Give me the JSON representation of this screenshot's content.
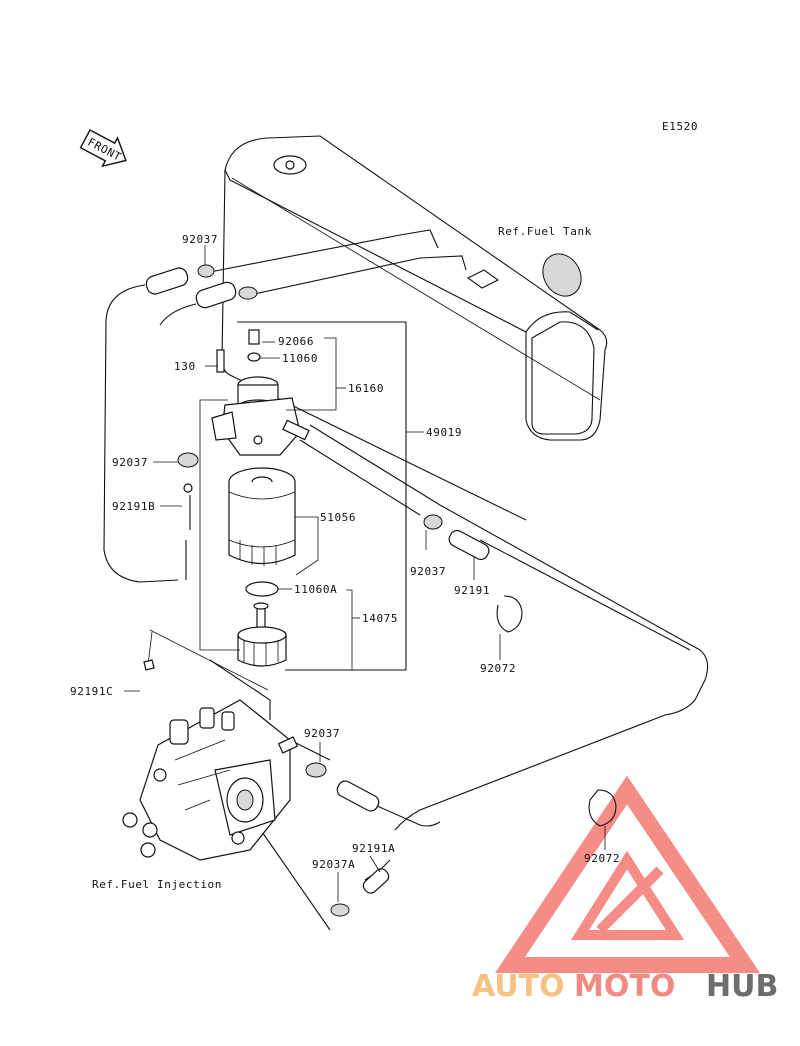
{
  "diagram_code": "E1520",
  "front_label": "FRONT",
  "labels": {
    "ref_fuel_tank": "Ref.Fuel Tank",
    "ref_fuel_injection": "Ref.Fuel Injection",
    "p92037_top": "92037",
    "p92066": "92066",
    "p11060": "11060",
    "p130": "130",
    "p16160": "16160",
    "p49019": "49019",
    "p92037_left": "92037",
    "p92191B": "92191B",
    "p51056": "51056",
    "p11060A": "11060A",
    "p14075": "14075",
    "p92191C": "92191C",
    "p92037_mid": "92037",
    "p92191": "92191",
    "p92072_mid": "92072",
    "p92037_low": "92037",
    "p92072_low": "92072",
    "p92191A": "92191A",
    "p92037A": "92037A"
  },
  "watermark": {
    "part1": "AUTO",
    "part2": "MOTO",
    "part3": "HUB",
    "color_auto": "#f5c283",
    "color_moto": "#f08a83",
    "color_hub": "#6d6d6d",
    "triangle_color": "#f47a72"
  }
}
